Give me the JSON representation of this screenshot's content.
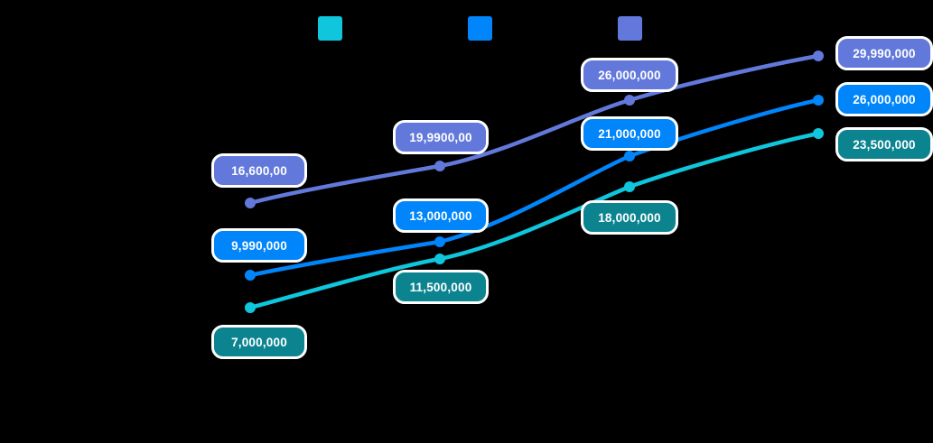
{
  "chart_data": {
    "type": "line",
    "title": "",
    "subtitle": "",
    "xlabel": "",
    "ylabel": "",
    "grid": false,
    "legend_position": "top",
    "background_color": "#000000",
    "x": [
      "1",
      "2",
      "3",
      "4"
    ],
    "xtick_labels": [],
    "ytick_labels": [],
    "ylim": [
      0,
      32000000
    ],
    "series": [
      {
        "name": "series-teal",
        "color": "#0FC6DC",
        "label_color": "#0C8490",
        "values": [
          7000000,
          11500000,
          18000000,
          23500000
        ],
        "point_labels": [
          "7,000,000",
          "11,500,000",
          "18,000,000",
          "23,500,000"
        ]
      },
      {
        "name": "series-blue",
        "color": "#0085FA",
        "label_color": "#0085FA",
        "values": [
          9990000,
          13000000,
          21000000,
          26000000
        ],
        "point_labels": [
          "9,990,000",
          "13,000,000",
          "21,000,000",
          "26,000,000"
        ]
      },
      {
        "name": "series-periwinkle",
        "color": "#6279DB",
        "label_color": "#6279DB",
        "values": [
          16600000,
          19990000,
          26000000,
          29990000
        ],
        "point_labels": [
          "16,600,00",
          "19,9900,00",
          "26,000,000",
          "29,990,000"
        ]
      }
    ]
  },
  "legend": {
    "items": [
      {
        "name": "legend-swatch-teal",
        "color": "#0FC6DC",
        "label": ""
      },
      {
        "name": "legend-swatch-blue",
        "color": "#0085FA",
        "label": ""
      },
      {
        "name": "legend-swatch-periwinkle",
        "color": "#6279DB",
        "label": ""
      }
    ]
  },
  "labels": {
    "teal": {
      "p1": "7,000,000",
      "p2": "11,500,000",
      "p3": "18,000,000",
      "p4": "23,500,000"
    },
    "blue": {
      "p1": "9,990,000",
      "p2": "13,000,000",
      "p3": "21,000,000",
      "p4": "26,000,000"
    },
    "periwinkle": {
      "p1": "16,600,00",
      "p2": "19,9900,00",
      "p3": "26,000,000",
      "p4": "29,990,000"
    }
  }
}
